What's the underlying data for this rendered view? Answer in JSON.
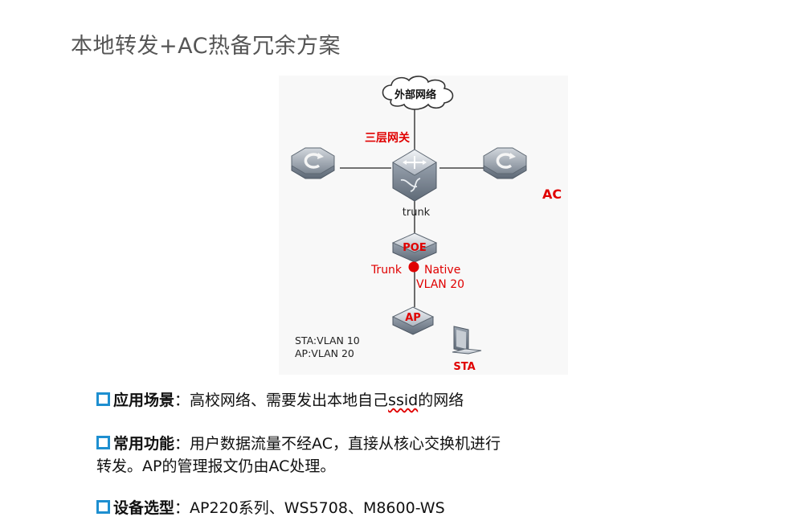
{
  "title": "本地转发+AC热备冗余方案",
  "diagram": {
    "cloud_label": "外部网络",
    "gateway_label": "三层网关",
    "ac_label": "AC",
    "trunk_label": "trunk",
    "poe_label": "POE",
    "link_left_label": "Trunk",
    "link_right_label": "Native",
    "link_vlan_label": "VLAN 20",
    "ap_label": "AP",
    "vlan_note_1": "STA:VLAN 10",
    "vlan_note_2": "AP:VLAN 20",
    "sta_label": "STA"
  },
  "bullets": [
    {
      "key": "应用场景",
      "sep": "：",
      "text_pre": "高校网络、需要发出本地自己",
      "text_wavy": "ssid",
      "text_post": "的网络"
    },
    {
      "key": "常用功能",
      "sep": "：",
      "line1": "用户数据流量不经AC，直接从核心交换机进行",
      "line2": "转发。AP的管理报文仍由AC处理。"
    },
    {
      "key": "设备选型",
      "sep": "：",
      "text": "AP220系列、WS5708、M8600-WS"
    }
  ],
  "colors": {
    "accent_red": "#e00000",
    "bullet_blue": "#1e8fd0",
    "title_gray": "#555555"
  }
}
